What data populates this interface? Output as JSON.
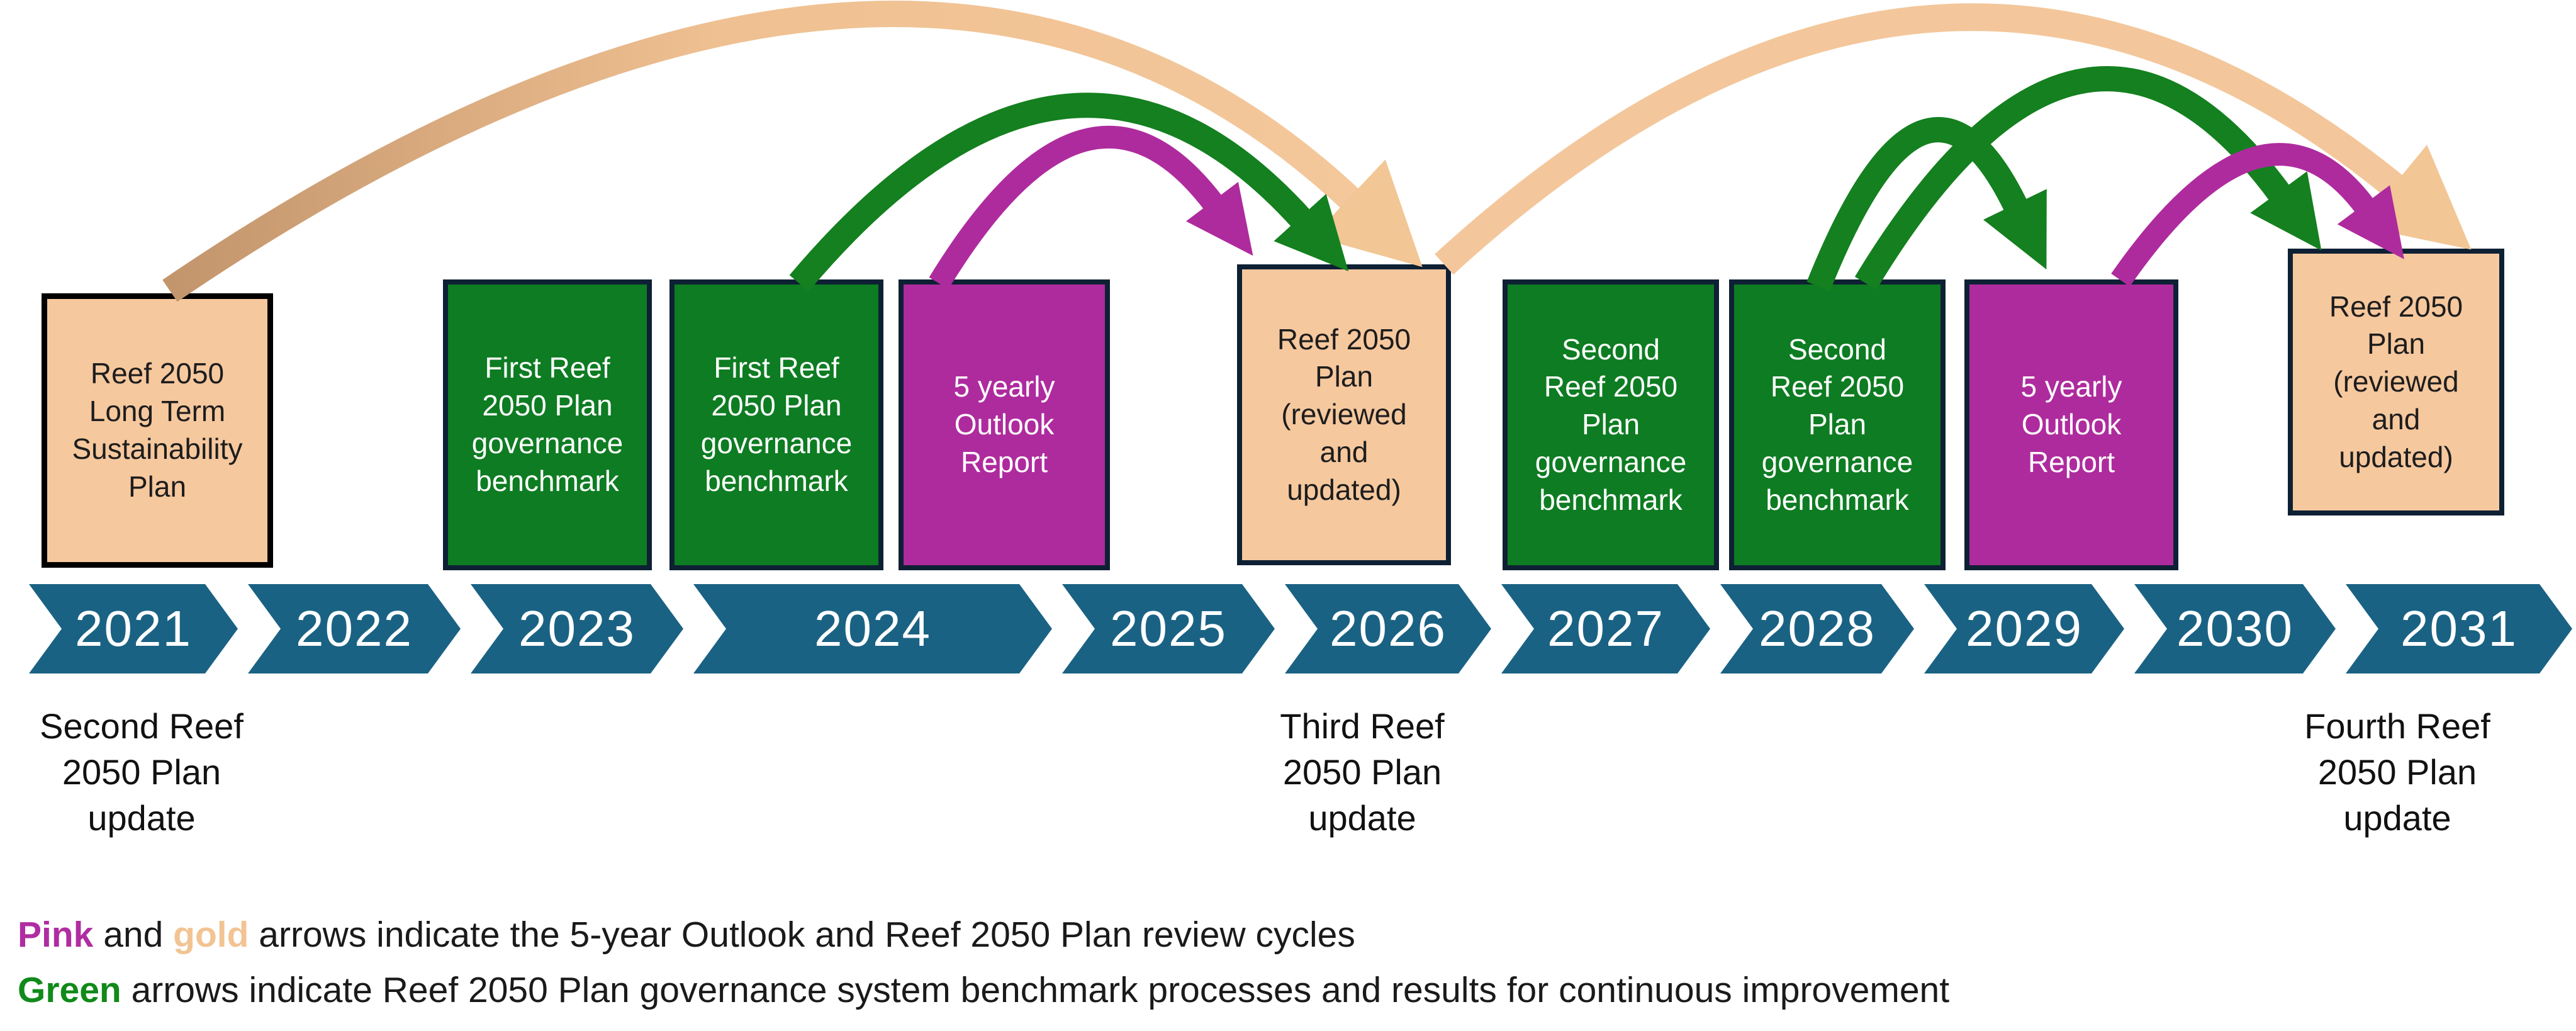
{
  "colors": {
    "teal_chevron": "#1A6283",
    "green_box": "#0E7C22",
    "magenta_box": "#AE2B9E",
    "peach_box": "#F6C89E",
    "gold_arrow": "#F3C79B",
    "gold_arrow_dark": "#C3956C",
    "green_arrow": "#14801F",
    "magenta_arrow": "#AE2B9E",
    "navy_border": "#0E2033"
  },
  "timeline": {
    "years": [
      "2021",
      "2022",
      "2023",
      "2024",
      "2025",
      "2026",
      "2027",
      "2028",
      "2029",
      "2030",
      "2031"
    ]
  },
  "boxes": [
    {
      "id": "reef-2050-ltsp",
      "label": "Reef 2050\nLong Term\nSustainability\nPlan",
      "color": "peach"
    },
    {
      "id": "first-benchmark-1",
      "label": "First Reef\n2050 Plan\ngovernance\nbenchmark",
      "color": "green"
    },
    {
      "id": "first-benchmark-2",
      "label": "First Reef\n2050 Plan\ngovernance\nbenchmark",
      "color": "green"
    },
    {
      "id": "outlook-report-1",
      "label": "5 yearly\nOutlook\nReport",
      "color": "magenta"
    },
    {
      "id": "plan-reviewed-1",
      "label": "Reef 2050\nPlan\n(reviewed\nand\nupdated)",
      "color": "peach"
    },
    {
      "id": "second-benchmark-1",
      "label": "Second\nReef 2050\nPlan\ngovernance\nbenchmark",
      "color": "green"
    },
    {
      "id": "second-benchmark-2",
      "label": "Second\nReef 2050\nPlan\ngovernance\nbenchmark",
      "color": "green"
    },
    {
      "id": "outlook-report-2",
      "label": "5 yearly\nOutlook\nReport",
      "color": "magenta"
    },
    {
      "id": "plan-reviewed-2",
      "label": "Reef 2050\nPlan\n(reviewed\nand\nupdated)",
      "color": "peach"
    }
  ],
  "milestones": [
    {
      "label": "Second Reef\n2050 Plan\nupdate"
    },
    {
      "label": "Third Reef\n2050 Plan\nupdate"
    },
    {
      "label": "Fourth Reef\n2050 Plan\nupdate"
    }
  ],
  "legend": {
    "line1": {
      "pink_word": "Pink",
      "mid": " and ",
      "gold_word": "gold",
      "rest": " arrows indicate the 5-year Outlook and Reef 2050 Plan review cycles"
    },
    "line2": {
      "green_word": "Green",
      "rest": " arrows indicate Reef 2050 Plan governance system benchmark processes and results for continuous improvement"
    }
  },
  "arrows": [
    {
      "name": "gold-review-cycle-arc-1",
      "color": "gold"
    },
    {
      "name": "gold-review-cycle-arc-2",
      "color": "gold"
    },
    {
      "name": "green-benchmark-arc-1",
      "color": "green"
    },
    {
      "name": "green-benchmark-arc-2",
      "color": "green"
    },
    {
      "name": "green-benchmark-arc-3",
      "color": "green"
    },
    {
      "name": "magenta-outlook-arc-1",
      "color": "magenta"
    },
    {
      "name": "magenta-outlook-arc-2",
      "color": "magenta"
    }
  ]
}
